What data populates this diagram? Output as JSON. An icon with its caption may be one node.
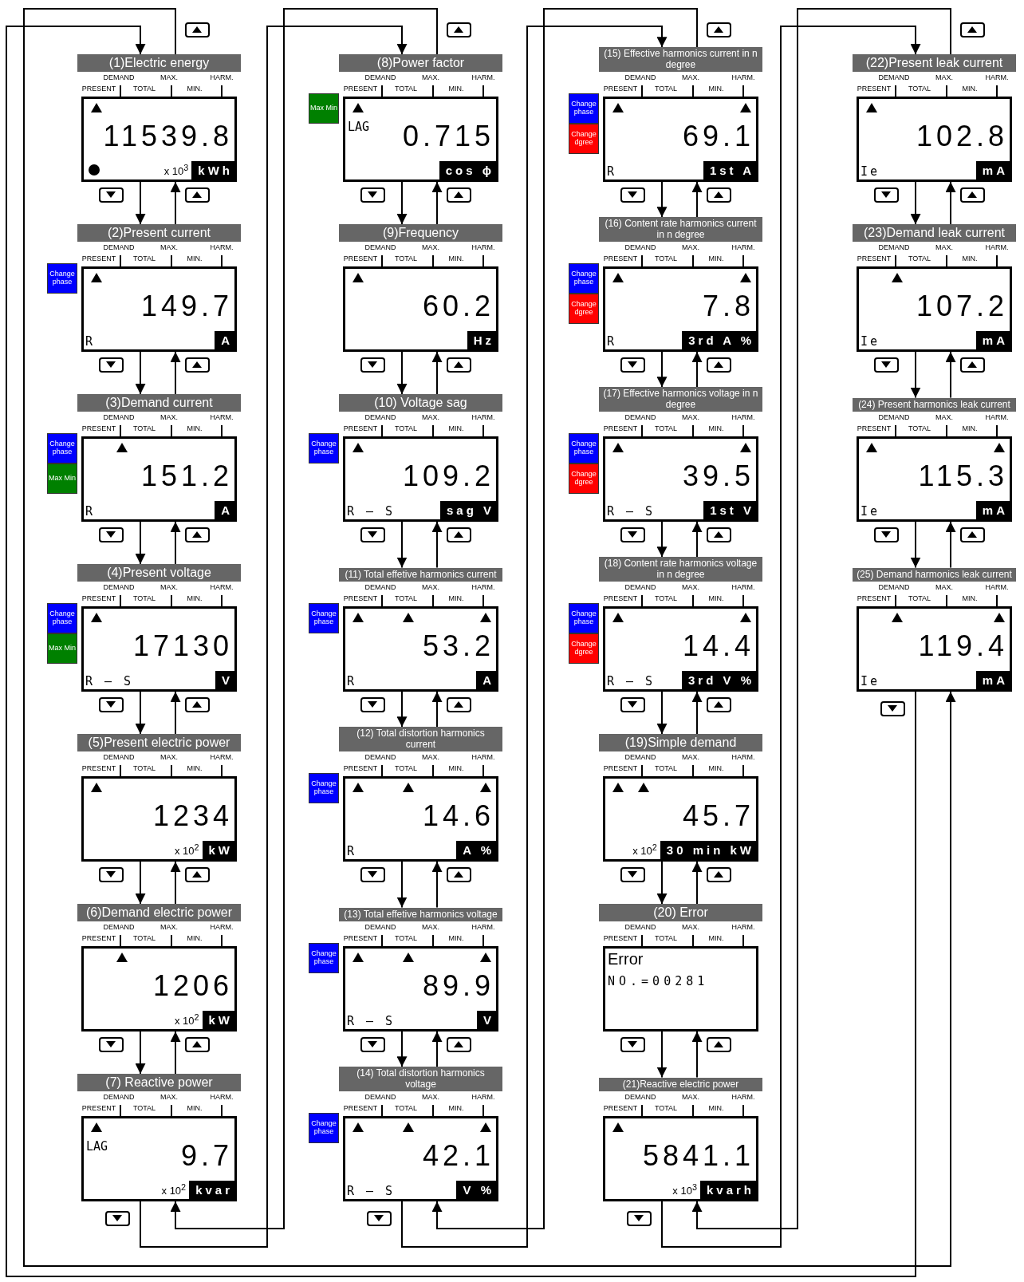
{
  "diagram": {
    "nodes": [
      {
        "text": [
          "(1)Electric energy"
        ]
      },
      {
        "text": [
          "11539.8",
          "x 10$^{3}$",
          "kWh"
        ],
        "beside": [
          "DEMAND",
          "MAX.",
          "HARM.",
          "PRESENT",
          "TOTAL",
          "MIN."
        ]
      },
      {
        "text": [
          "(2)Present current"
        ]
      },
      {
        "text": [
          "Change phase"
        ]
      },
      {
        "text": [
          "149.7",
          "R",
          "A"
        ],
        "beside": [
          "DEMAND",
          "MAX.",
          "HARM.",
          "PRESENT",
          "TOTAL",
          "MIN."
        ]
      },
      {
        "text": [
          "(3)Demand current"
        ]
      },
      {
        "text": [
          "Change phase"
        ]
      },
      {
        "text": [
          "Max Min"
        ]
      },
      {
        "text": [
          "151.2",
          "R",
          "A"
        ],
        "beside": [
          "DEMAND",
          "MAX.",
          "HARM.",
          "PRESENT",
          "TOTAL",
          "MIN."
        ]
      },
      {
        "text": [
          "(4)Present voltage"
        ]
      },
      {
        "text": [
          "Change phase"
        ]
      },
      {
        "text": [
          "Max Min"
        ]
      },
      {
        "text": [
          "17130",
          "R – S",
          "V"
        ],
        "beside": [
          "DEMAND",
          "MAX.",
          "HARM.",
          "PRESENT",
          "TOTAL",
          "MIN."
        ]
      },
      {
        "text": [
          "(5)Present electric power"
        ]
      },
      {
        "text": [
          "1234",
          "x 10$^{2}$",
          "kW"
        ],
        "beside": [
          "DEMAND",
          "MAX.",
          "HARM.",
          "PRESENT",
          "TOTAL",
          "MIN."
        ]
      },
      {
        "text": [
          "(6)Demand electric power"
        ]
      },
      {
        "text": [
          "1206",
          "x 10$^{2}$",
          "kW"
        ],
        "beside": [
          "DEMAND",
          "MAX.",
          "HARM.",
          "PRESENT",
          "TOTAL",
          "MIN."
        ]
      },
      {
        "text": [
          "(7) Reactive power"
        ]
      },
      {
        "text": [
          "LAG",
          "9.7",
          "x 10$^{2}$",
          "kvar"
        ],
        "beside": [
          "DEMAND",
          "MAX.",
          "HARM.",
          "PRESENT",
          "TOTAL",
          "MIN."
        ]
      },
      {
        "text": [
          "(8)Power factor"
        ]
      },
      {
        "text": [
          "Max Min"
        ]
      },
      {
        "text": [
          "LAG",
          "0.715",
          "cos ϕ"
        ],
        "beside": [
          "DEMAND",
          "MAX.",
          "HARM.",
          "PRESENT",
          "TOTAL",
          "MIN."
        ]
      },
      {
        "text": [
          "(9)Frequency"
        ]
      },
      {
        "text": [
          "60.2",
          "Hz"
        ],
        "beside": [
          "DEMAND",
          "MAX.",
          "HARM.",
          "PRESENT",
          "TOTAL",
          "MIN."
        ]
      },
      {
        "text": [
          "(10) Voltage sag"
        ]
      },
      {
        "text": [
          "Change phase"
        ]
      },
      {
        "text": [
          "109.2",
          "R – S",
          "sag V"
        ],
        "beside": [
          "DEMAND",
          "MAX.",
          "HARM.",
          "PRESENT",
          "TOTAL",
          "MIN."
        ]
      },
      {
        "text": [
          "(11) Total effetive harmonics current"
        ]
      },
      {
        "text": [
          "Change phase"
        ]
      },
      {
        "text": [
          "53.2",
          "R",
          "A"
        ],
        "beside": [
          "DEMAND",
          "MAX.",
          "HARM.",
          "PRESENT",
          "TOTAL",
          "MIN."
        ]
      },
      {
        "text": [
          "(12) Total distortion harmonics current"
        ]
      },
      {
        "text": [
          "Change phase"
        ]
      },
      {
        "text": [
          "14.6",
          "R",
          "A %"
        ],
        "beside": [
          "DEMAND",
          "MAX.",
          "HARM.",
          "PRESENT",
          "TOTAL",
          "MIN."
        ]
      },
      {
        "text": [
          "(13) Total effetive harmonics voltage"
        ]
      },
      {
        "text": [
          "Change phase"
        ]
      },
      {
        "text": [
          "89.9",
          "R – S",
          "V"
        ],
        "beside": [
          "DEMAND",
          "MAX.",
          "HARM.",
          "PRESENT",
          "TOTAL",
          "MIN."
        ]
      },
      {
        "text": [
          "(14) Total distortion harmonics voltage"
        ]
      },
      {
        "text": [
          "Change phase"
        ]
      },
      {
        "text": [
          "42.1",
          "R – S",
          "V %"
        ],
        "beside": [
          "DEMAND",
          "MAX.",
          "HARM.",
          "PRESENT",
          "TOTAL",
          "MIN."
        ]
      },
      {
        "text": [
          "(15) Effective harmonics current in n degree"
        ]
      },
      {
        "text": [
          "Change phase"
        ]
      },
      {
        "text": [
          "Change dgree"
        ]
      },
      {
        "text": [
          "69.1",
          "R",
          "1st A"
        ],
        "beside": [
          "DEMAND",
          "MAX.",
          "HARM.",
          "PRESENT",
          "TOTAL",
          "MIN."
        ]
      },
      {
        "text": [
          "(16) Content rate harmonics current in n degree"
        ]
      },
      {
        "text": [
          "Change phase"
        ]
      },
      {
        "text": [
          "Change dgree"
        ]
      },
      {
        "text": [
          "7.8",
          "R",
          "3rd A %"
        ],
        "beside": [
          "DEMAND",
          "MAX.",
          "HARM.",
          "PRESENT",
          "TOTAL",
          "MIN."
        ]
      },
      {
        "text": [
          "(17) Effective harmonics voltage in n degree"
        ]
      },
      {
        "text": [
          "Change phase"
        ]
      },
      {
        "text": [
          "Change dgree"
        ]
      },
      {
        "text": [
          "39.5",
          "R – S",
          "1st V"
        ],
        "beside": [
          "DEMAND",
          "MAX.",
          "HARM.",
          "PRESENT",
          "TOTAL",
          "MIN."
        ]
      },
      {
        "text": [
          "(18) Content rate harmonics voltage in n degree"
        ]
      },
      {
        "text": [
          "Change phase"
        ]
      },
      {
        "text": [
          "Change dgree"
        ]
      },
      {
        "text": [
          "14.4",
          "R – S",
          "3rd V %"
        ],
        "beside": [
          "DEMAND",
          "MAX.",
          "HARM.",
          "PRESENT",
          "TOTAL",
          "MIN."
        ]
      },
      {
        "text": [
          "(19)Simple demand"
        ]
      },
      {
        "text": [
          "45.7",
          "x 10$^{2}$",
          "30 min kW"
        ],
        "beside": [
          "DEMAND",
          "MAX.",
          "HARM.",
          "PRESENT",
          "TOTAL",
          "MIN."
        ]
      },
      {
        "text": [
          "(20) Error"
        ]
      },
      {
        "text": [
          "Error",
          "NO.=00281"
        ],
        "beside": [
          "DEMAND",
          "MAX.",
          "HARM.",
          "PRESENT",
          "TOTAL",
          "MIN."
        ]
      },
      {
        "text": [
          "(21)Reactive electric power"
        ]
      },
      {
        "text": [
          "5841.1",
          "x 10$^{3}$",
          "kvarh"
        ],
        "beside": [
          "DEMAND",
          "MAX.",
          "HARM.",
          "PRESENT",
          "TOTAL",
          "MIN."
        ]
      },
      {
        "text": [
          "(22)Present leak current"
        ]
      },
      {
        "text": [
          "102.8",
          "Ie",
          "mA"
        ],
        "beside": [
          "DEMAND",
          "MAX.",
          "HARM.",
          "PRESENT",
          "TOTAL",
          "MIN."
        ]
      },
      {
        "text": [
          "(23)Demand leak current"
        ]
      },
      {
        "text": [
          "107.2",
          "Ie",
          "mA"
        ],
        "beside": [
          "DEMAND",
          "MAX.",
          "HARM.",
          "PRESENT",
          "TOTAL",
          "MIN."
        ]
      },
      {
        "text": [
          "(24) Present harmonics leak current"
        ]
      },
      {
        "text": [
          "115.3",
          "Ie",
          "mA"
        ],
        "beside": [
          "DEMAND",
          "MAX.",
          "HARM.",
          "PRESENT",
          "TOTAL",
          "MIN."
        ]
      },
      {
        "text": [
          "(25) Demand harmonics leak current"
        ]
      },
      {
        "text": [
          "119.4",
          "Ie",
          "mA"
        ],
        "beside": [
          "DEMAND",
          "MAX.",
          "HARM.",
          "PRESENT",
          "TOTAL",
          "MIN."
        ]
      }
    ],
    "edges": [
      {
        "from": 1,
        "to": 2,
        "arrow": "to"
      },
      {
        "from": 2,
        "to": 1,
        "arrow": "to"
      },
      {
        "from": 4,
        "to": 5,
        "arrow": "to"
      },
      {
        "from": 5,
        "to": 4,
        "arrow": "to"
      },
      {
        "from": 8,
        "to": 9,
        "arrow": "to"
      },
      {
        "from": 9,
        "to": 8,
        "arrow": "to"
      },
      {
        "from": 12,
        "to": 13,
        "arrow": "to"
      },
      {
        "from": 13,
        "to": 12,
        "arrow": "to"
      },
      {
        "from": 14,
        "to": 15,
        "arrow": "to"
      },
      {
        "from": 15,
        "to": 14,
        "arrow": "to"
      },
      {
        "from": 16,
        "to": 17,
        "arrow": "to"
      },
      {
        "from": 17,
        "to": 16,
        "arrow": "to"
      },
      {
        "from": 18,
        "to": 19,
        "arrow": "to"
      },
      {
        "from": 19,
        "to": 18,
        "arrow": "to"
      },
      {
        "from": 21,
        "to": 22,
        "arrow": "to"
      },
      {
        "from": 22,
        "to": 21,
        "arrow": "to"
      },
      {
        "from": 23,
        "to": 24,
        "arrow": "to"
      },
      {
        "from": 24,
        "to": 23,
        "arrow": "to"
      },
      {
        "from": 26,
        "to": 27,
        "arrow": "to"
      },
      {
        "from": 27,
        "to": 26,
        "arrow": "to"
      },
      {
        "from": 29,
        "to": 30,
        "arrow": "to"
      },
      {
        "from": 30,
        "to": 29,
        "arrow": "to"
      },
      {
        "from": 32,
        "to": 33,
        "arrow": "to"
      },
      {
        "from": 33,
        "to": 32,
        "arrow": "to"
      },
      {
        "from": 35,
        "to": 36,
        "arrow": "to"
      },
      {
        "from": 36,
        "to": 35,
        "arrow": "to"
      },
      {
        "from": 38,
        "to": 39,
        "arrow": "to"
      },
      {
        "from": 39,
        "to": 38,
        "arrow": "to"
      },
      {
        "from": 42,
        "to": 43,
        "arrow": "to"
      },
      {
        "from": 43,
        "to": 42,
        "arrow": "to"
      },
      {
        "from": 46,
        "to": 47,
        "arrow": "to"
      },
      {
        "from": 47,
        "to": 46,
        "arrow": "to"
      },
      {
        "from": 50,
        "to": 51,
        "arrow": "to"
      },
      {
        "from": 51,
        "to": 50,
        "arrow": "to"
      },
      {
        "from": 54,
        "to": 55,
        "arrow": "to"
      },
      {
        "from": 55,
        "to": 54,
        "arrow": "to"
      },
      {
        "from": 56,
        "to": 57,
        "arrow": "to"
      },
      {
        "from": 57,
        "to": 56,
        "arrow": "to"
      },
      {
        "from": 58,
        "to": 59,
        "arrow": "to"
      },
      {
        "from": 59,
        "to": 58,
        "arrow": "to"
      },
      {
        "from": 60,
        "to": 61,
        "arrow": "to"
      },
      {
        "from": 61,
        "to": 60,
        "arrow": "to"
      },
      {
        "from": 62,
        "to": 63,
        "arrow": "to"
      },
      {
        "from": 63,
        "to": 62,
        "arrow": "to"
      },
      {
        "from": 64,
        "to": 65,
        "arrow": "to"
      },
      {
        "from": 65,
        "to": 64,
        "arrow": "to"
      },
      {
        "from": 66,
        "to": 67,
        "arrow": "to"
      },
      {
        "from": 67,
        "to": 66,
        "arrow": "to"
      },
      {
        "from": 68,
        "to": 0,
        "arrow": "to"
      },
      {
        "from": 0,
        "to": 68,
        "arrow": "to"
      }
    ]
  }
}
